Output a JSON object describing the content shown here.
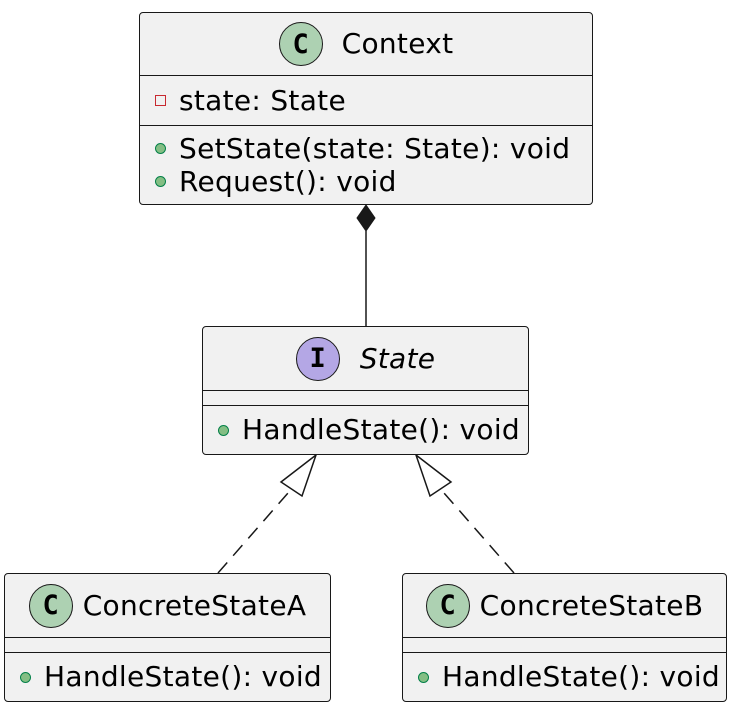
{
  "colors": {
    "page_background": "#FFFFFF",
    "box_background": "#F1F1F1",
    "box_border": "#181818",
    "class_spot": "#ADD1B2",
    "interface_spot": "#B4A7E5",
    "private_marker": "#C82930",
    "public_marker_fill": "#84BE84",
    "public_marker_border": "#038048",
    "line": "#181818",
    "text": "#000000"
  },
  "classes": {
    "context": {
      "spot": "C",
      "name": "Context",
      "fields": [
        {
          "marker": "private-visibility-icon",
          "text": "state: State"
        }
      ],
      "methods": [
        {
          "marker": "public-visibility-icon",
          "text": "SetState(state: State): void"
        },
        {
          "marker": "public-visibility-icon",
          "text": "Request(): void"
        }
      ]
    },
    "state": {
      "spot": "I",
      "name": "State",
      "fields": [],
      "methods": [
        {
          "marker": "public-visibility-icon",
          "text": "HandleState(): void"
        }
      ]
    },
    "concrete_state_a": {
      "spot": "C",
      "name": "ConcreteStateA",
      "fields": [],
      "methods": [
        {
          "marker": "public-visibility-icon",
          "text": "HandleState(): void"
        }
      ]
    },
    "concrete_state_b": {
      "spot": "C",
      "name": "ConcreteStateB",
      "fields": [],
      "methods": [
        {
          "marker": "public-visibility-icon",
          "text": "HandleState(): void"
        }
      ]
    }
  }
}
